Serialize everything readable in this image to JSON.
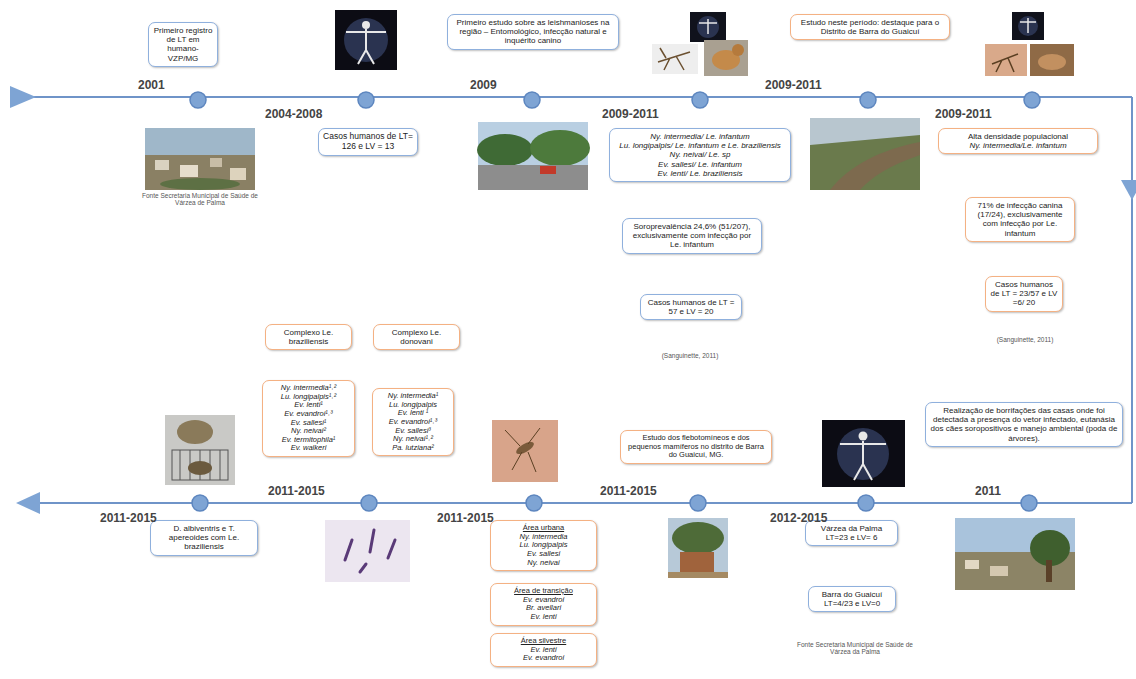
{
  "diagram": {
    "nodes": [
      {
        "text": [
          "Primeiro registro de LT em humano- VZP/MG"
        ]
      },
      {
        "text": [
          "Casos humanos de LT= 126 e LV = 13"
        ]
      },
      {
        "text": [
          "Primeiro estudo sobre as leishmanioses na região – Entomológico, infecção natural e inquérito canino"
        ]
      },
      {
        "text": [
          "Ny. intermedia/ Le. infantum",
          "Lu. longipalpis/ Le. infantum e Le. braziliensis",
          "Ny. neivai/ Le. sp",
          "Ev. sallesi/ Le. infantum",
          "Ev. lenti/ Le. braziliensis"
        ]
      },
      {
        "text": [
          "Soroprevalência 24,6% (51/207), exclusivamente com infecção por Le. infantum"
        ]
      },
      {
        "text": [
          "Casos humanos de LT = 57 e LV = 20"
        ]
      },
      {
        "text": [
          "Estudo neste período: destaque para o Distrito de Barra do Guaicuí"
        ]
      },
      {
        "text": [
          "Alta densidade populacional",
          "Ny. intermedia/Le. infantum"
        ]
      },
      {
        "text": [
          "71% de infecção canina (17/24), exclusivamente com infecção por Le. infantum"
        ]
      },
      {
        "text": [
          "Casos humanos de LT = 23/57 e LV =6/ 20"
        ]
      },
      {
        "text": [
          "Realização de borrifações das casas onde foi detectada a presença do vetor infectado, eutanásia dos cães soropositivos e manejo ambiental (poda de árvores)."
        ]
      },
      {
        "text": [
          "Várzea da Palma LT=23 e LV= 6"
        ]
      },
      {
        "text": [
          "Barra do Guaicuí LT=4/23 e LV=0"
        ]
      },
      {
        "text": [
          "Estudo dos flebotomíneos e dos pequenos mamíferos no distrito de Barra do Guaicuí, MG."
        ]
      },
      {
        "text": [
          "Área urbana",
          "Ny. intermedia",
          "Lu. longipalpis",
          "Ev. sallesi",
          "Ny. neivai"
        ]
      },
      {
        "text": [
          "Área de transição",
          "Ev. evandroi",
          "Br. avellari",
          "Ev. lenti"
        ]
      },
      {
        "text": [
          "Área silvestre",
          "Ev. lenti",
          "Ev. evandroi"
        ]
      },
      {
        "text": [
          "Complexo Le. braziliensis"
        ]
      },
      {
        "text": [
          "Ny. intermedia¹˒²",
          "Lu. longipalpis¹˒²",
          "Ev. lenti¹",
          "Ev. evandroi¹˒³",
          "Ev. sallesi¹",
          "Ny. neivai²",
          "Ev. termitophila¹",
          "Ev. walkeri"
        ]
      },
      {
        "text": [
          "Complexo Le. donovani"
        ]
      },
      {
        "text": [
          "Ny. intermedia¹",
          "Lu. longipalpis",
          "Ev. lenti ¹",
          "Ev. evandroi¹˒³",
          "Ev. sallesi³",
          "Ny. neivai¹˒²",
          "Pa. lutziana²"
        ]
      },
      {
        "text": [
          "D. albiventris e T. apereoides com Le. braziliensis"
        ]
      }
    ],
    "labels": [
      "2001",
      "2004-2008",
      "2009",
      "2009-2011",
      "2009-2011",
      "2009-2011",
      "Fonte Secretaria Municipal de Saúde de Várzea de Palma",
      "(Sanguinette, 2011)",
      "(Sanguinette, 2011)",
      "2011",
      "2012-2015",
      "2011-2015",
      "2011-2015",
      "2011-2015",
      "2011-2015",
      "Fonte Secretaria Municipal de Saúde de Várzea da Palma"
    ]
  }
}
